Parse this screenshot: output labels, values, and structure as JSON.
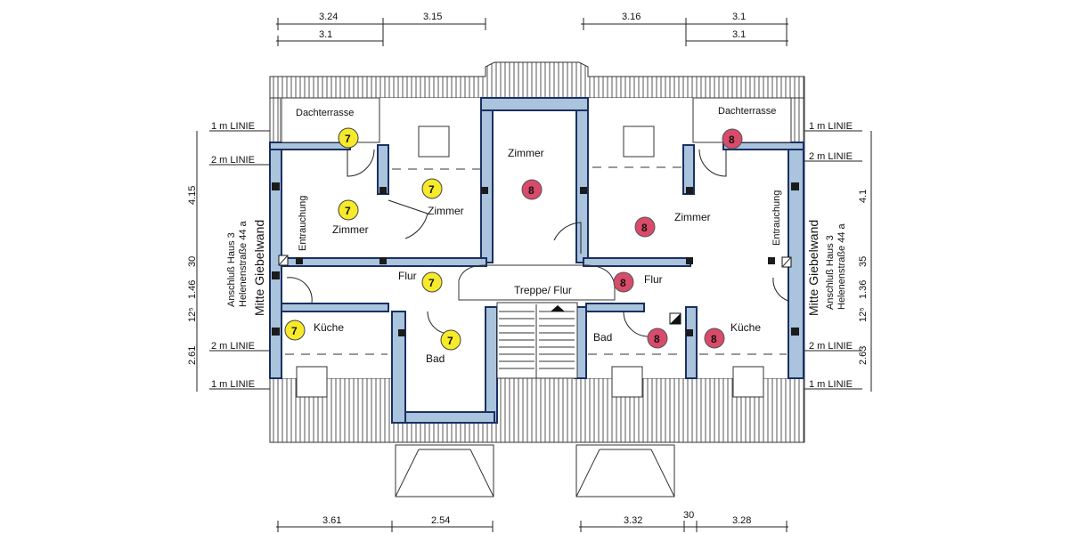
{
  "dimensions": {
    "top_row1": [
      "3.24",
      "3.15",
      "3.16",
      "3.1"
    ],
    "top_row2": [
      "3.1",
      "3.1"
    ],
    "bottom": [
      "3.61",
      "2.54",
      "3.32",
      "30",
      "3.28"
    ],
    "left": [
      "4.15",
      "30",
      "1.46",
      "12⁵",
      "2.61"
    ],
    "right": [
      "4.1",
      "35",
      "1.36",
      "12⁵",
      "2.63"
    ]
  },
  "lines": {
    "one_m": "1 m LINIE",
    "two_m": "2 m LINIE"
  },
  "side_labels": {
    "left_main": "Mitte Giebelwand",
    "left_sub1": "Anschluß Haus 3",
    "left_sub2": "Helenenstraße 44 a",
    "left_vent": "Entrauchung",
    "right_main": "Mitte Giebelwand",
    "right_sub1": "Anschluß Haus 3",
    "right_sub2": "Helenenstraße 44 a",
    "right_vent": "Entrauchung"
  },
  "rooms": {
    "dachterrasse_left": "Dachterrasse",
    "dachterrasse_right": "Dachterrasse",
    "zimmer_left": "Zimmer",
    "zimmer_left2": "Zimmer",
    "zimmer_center": "Zimmer",
    "zimmer_right": "Zimmer",
    "flur_left": "Flur",
    "flur_right": "Flur",
    "treppe": "Treppe/ Flur",
    "kueche_left": "Küche",
    "kueche_right": "Küche",
    "bad_left": "Bad",
    "bad_right": "Bad"
  },
  "markers": {
    "unit7": "7",
    "unit8": "8"
  },
  "colors": {
    "unit7_marker": "#f6ea2a",
    "unit8_marker": "#d94b6a",
    "wall_fill": "#a9c4dc",
    "wall_stroke": "#1b2f63"
  }
}
